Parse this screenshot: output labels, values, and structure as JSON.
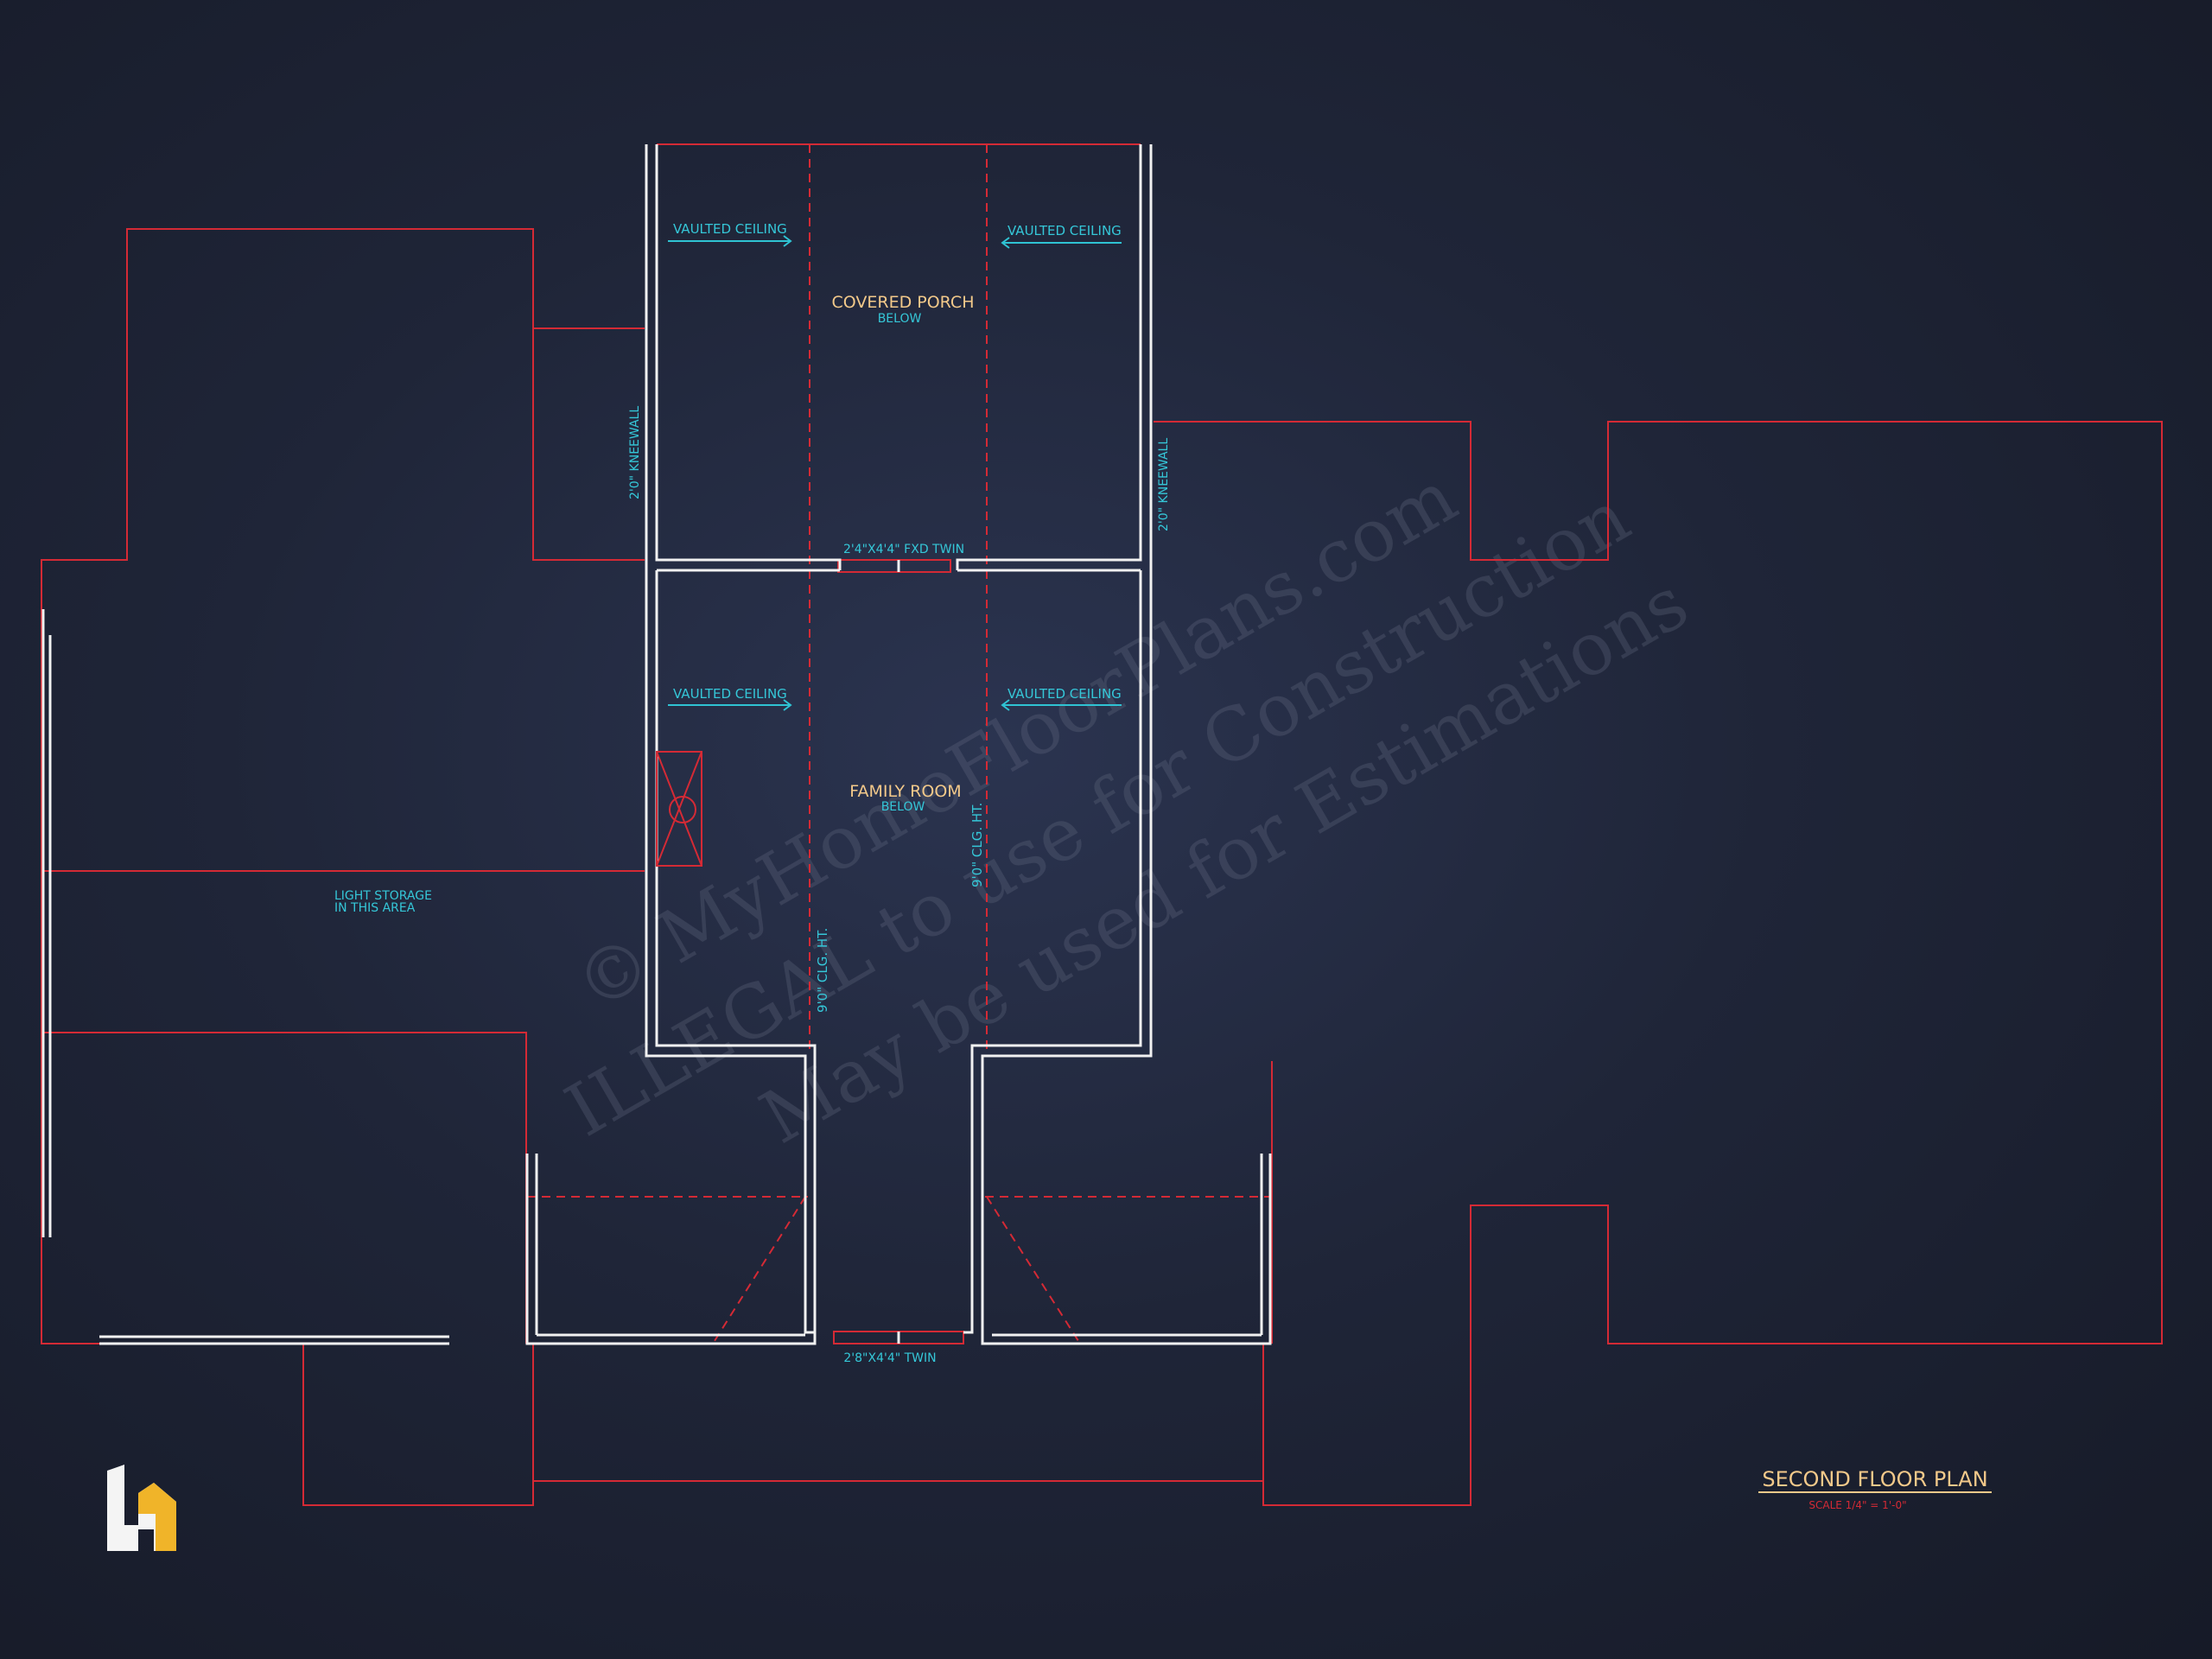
{
  "rooms": {
    "covered_porch": {
      "name": "COVERED PORCH",
      "note": "BELOW"
    },
    "family_room": {
      "name": "FAMILY ROOM",
      "note": "BELOW"
    }
  },
  "annotations": {
    "vaulted_ceiling": "VAULTED CEILING",
    "kneewall": "2'0\" KNEEWALL",
    "ceiling_height": "9'0\" CLG. HT.",
    "window_top": "2'4\"X4'4\" FXD TWIN",
    "window_bottom": "2'8\"X4'4\" TWIN",
    "storage_line1": "LIGHT STORAGE",
    "storage_line2": "IN THIS AREA"
  },
  "title_block": {
    "title": "SECOND FLOOR PLAN",
    "scale": "SCALE 1/4\" = 1'-0\""
  },
  "watermark": {
    "line1": "© MyHomeFloorPlans.com",
    "line2": "ILLEGAL to use for Construction",
    "line3": "May be used for Estimations"
  },
  "logo": {
    "icon": "house-logo-icon"
  },
  "colors": {
    "background": "#1f2538",
    "outline_red": "#d42a35",
    "wall_white": "#f1f1f1",
    "annotation_cyan": "#35c7d8",
    "label_gold": "#f3c98a"
  }
}
